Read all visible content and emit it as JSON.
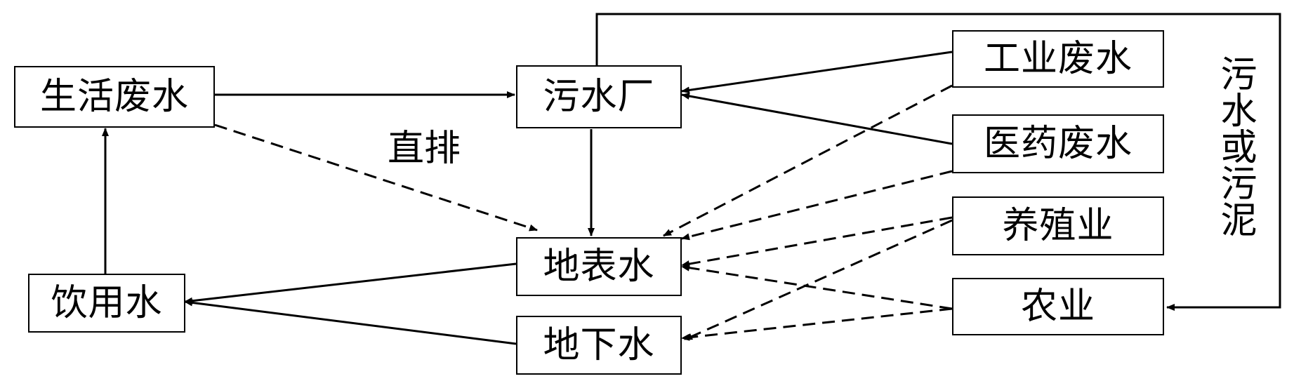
{
  "nodes": {
    "domestic_wastewater": "生活废水",
    "sewage_plant": "污水厂",
    "industrial_wastewater": "工业废水",
    "pharma_wastewater": "医药废水",
    "aquaculture": "养殖业",
    "agriculture": "农业",
    "surface_water": "地表水",
    "groundwater": "地下水",
    "drinking_water": "饮用水"
  },
  "labels": {
    "direct_discharge": "直排",
    "sewage_or_sludge": "污水或污泥"
  },
  "edges": [
    {
      "from": "domestic_wastewater",
      "to": "sewage_plant",
      "style": "solid"
    },
    {
      "from": "domestic_wastewater",
      "to": "surface_water",
      "style": "dashed",
      "label": "直排"
    },
    {
      "from": "industrial_wastewater",
      "to": "sewage_plant",
      "style": "solid"
    },
    {
      "from": "pharma_wastewater",
      "to": "sewage_plant",
      "style": "solid"
    },
    {
      "from": "sewage_plant",
      "to": "surface_water",
      "style": "solid"
    },
    {
      "from": "sewage_plant",
      "to": "agriculture",
      "style": "solid",
      "label": "污水或污泥"
    },
    {
      "from": "industrial_wastewater",
      "to": "surface_water",
      "style": "dashed"
    },
    {
      "from": "pharma_wastewater",
      "to": "surface_water",
      "style": "dashed"
    },
    {
      "from": "aquaculture",
      "to": "surface_water",
      "style": "dashed"
    },
    {
      "from": "aquaculture",
      "to": "groundwater",
      "style": "dashed"
    },
    {
      "from": "agriculture",
      "to": "surface_water",
      "style": "dashed"
    },
    {
      "from": "agriculture",
      "to": "groundwater",
      "style": "dashed"
    },
    {
      "from": "surface_water",
      "to": "drinking_water",
      "style": "solid"
    },
    {
      "from": "groundwater",
      "to": "drinking_water",
      "style": "solid"
    },
    {
      "from": "drinking_water",
      "to": "domestic_wastewater",
      "style": "solid"
    }
  ],
  "colors": {
    "stroke": "#000000",
    "background": "#ffffff"
  }
}
